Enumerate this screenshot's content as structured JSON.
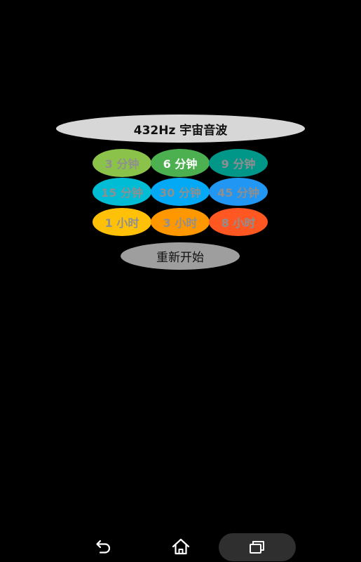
{
  "title": "432Hz 宇宙音波",
  "timers": [
    {
      "label": "3 分钟",
      "color": "#8bc34a",
      "selected": false
    },
    {
      "label": "6 分钟",
      "color": "#4caf50",
      "selected": true
    },
    {
      "label": "9 分钟",
      "color": "#009688",
      "selected": false
    },
    {
      "label": "15 分钟",
      "color": "#00bcd4",
      "selected": false
    },
    {
      "label": "30 分钟",
      "color": "#03a9f4",
      "selected": false
    },
    {
      "label": "45 分钟",
      "color": "#2196f3",
      "selected": false
    },
    {
      "label": "1 小时",
      "color": "#ffc107",
      "selected": false
    },
    {
      "label": "3 小时",
      "color": "#ff9800",
      "selected": false
    },
    {
      "label": "8 小时",
      "color": "#ff5722",
      "selected": false
    }
  ],
  "restart_label": "重新开始",
  "navbar": {
    "back_icon": "back-arrow-icon",
    "home_icon": "home-icon",
    "recent_icon": "recent-apps-icon"
  }
}
